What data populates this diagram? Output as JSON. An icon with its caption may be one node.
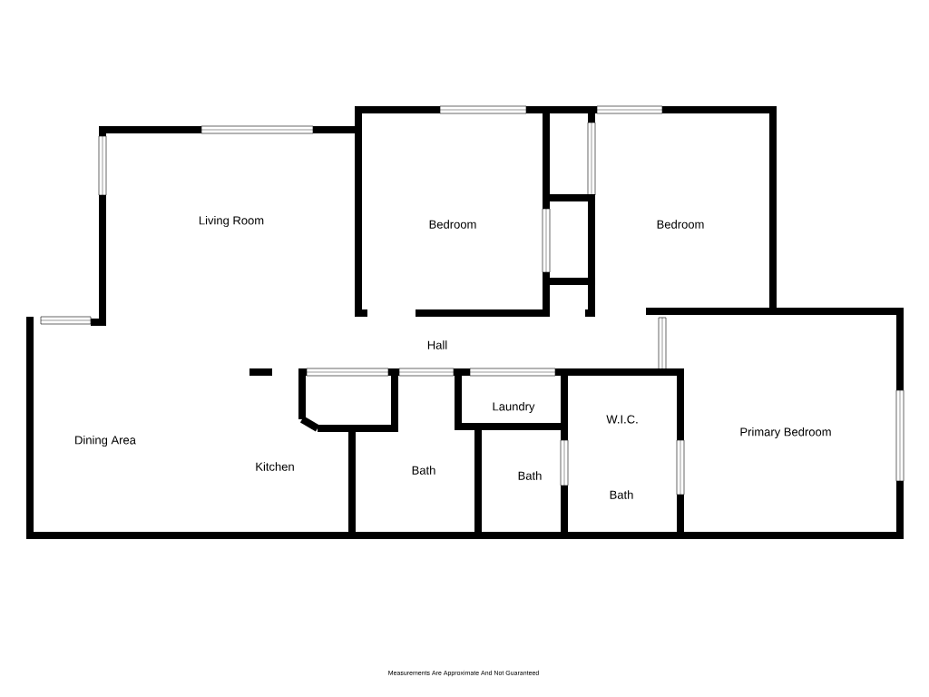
{
  "diagram": {
    "labels": [
      "Living Room",
      "Bedroom",
      "Bedroom",
      "Hall",
      "Laundry",
      "W.I.C.",
      "Primary Bedroom",
      "Dining Area",
      "Kitchen",
      "Bath",
      "Bath",
      "Bath",
      "Measurements Are Approximate And Not Guaranteed"
    ]
  }
}
